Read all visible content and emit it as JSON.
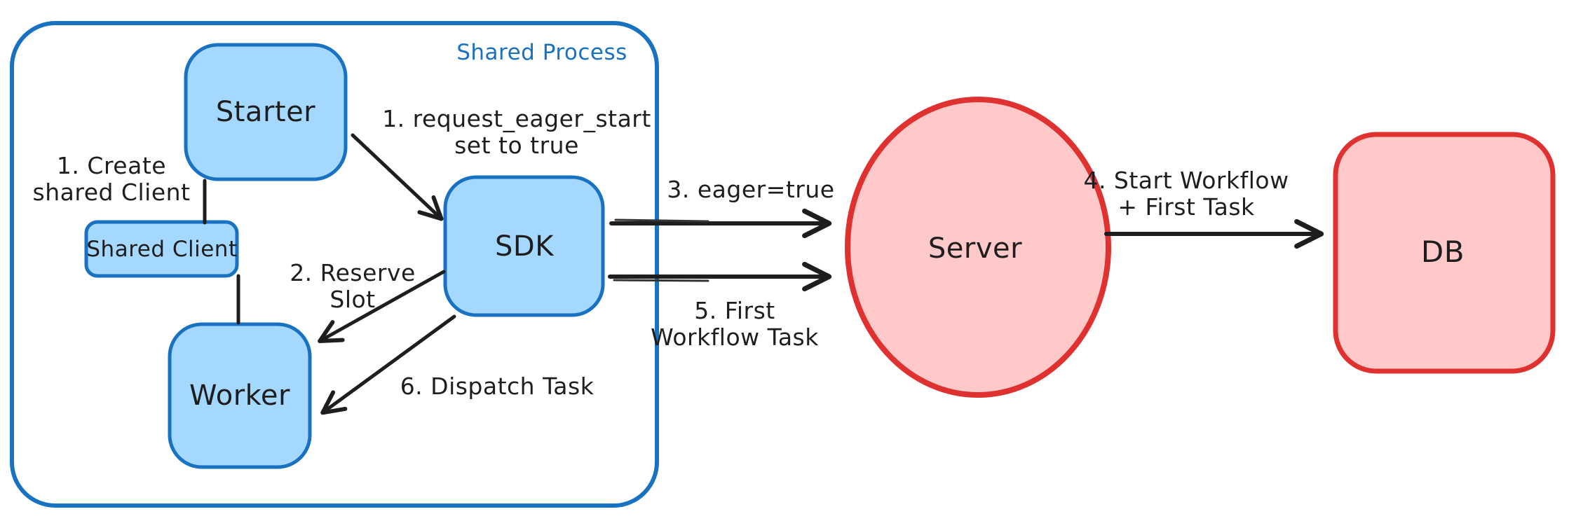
{
  "diagram": {
    "container": {
      "label": "Shared Process"
    },
    "nodes": {
      "starter": {
        "label": "Starter"
      },
      "shared_client": {
        "label": "Shared Client"
      },
      "worker": {
        "label": "Worker"
      },
      "sdk": {
        "label": "SDK"
      },
      "server": {
        "label": "Server"
      },
      "db": {
        "label": "DB"
      }
    },
    "annotations": {
      "create_shared_client": "1. Create\nshared Client",
      "request_eager_start": "1. request_eager_start\nset to true",
      "reserve_slot": "2. Reserve\nSlot",
      "eager_true": "3. eager=true",
      "start_workflow": "4. Start Workflow\n+ First Task",
      "first_workflow_task": "5. First\nWorkflow Task",
      "dispatch_task": "6. Dispatch Task"
    },
    "colors": {
      "blue_stroke": "#1971c2",
      "blue_fill": "#a5d8ff",
      "red_stroke": "#e03131",
      "red_fill": "#ffc9c9",
      "ink": "#1e1e1e",
      "background": "#ffffff"
    }
  }
}
